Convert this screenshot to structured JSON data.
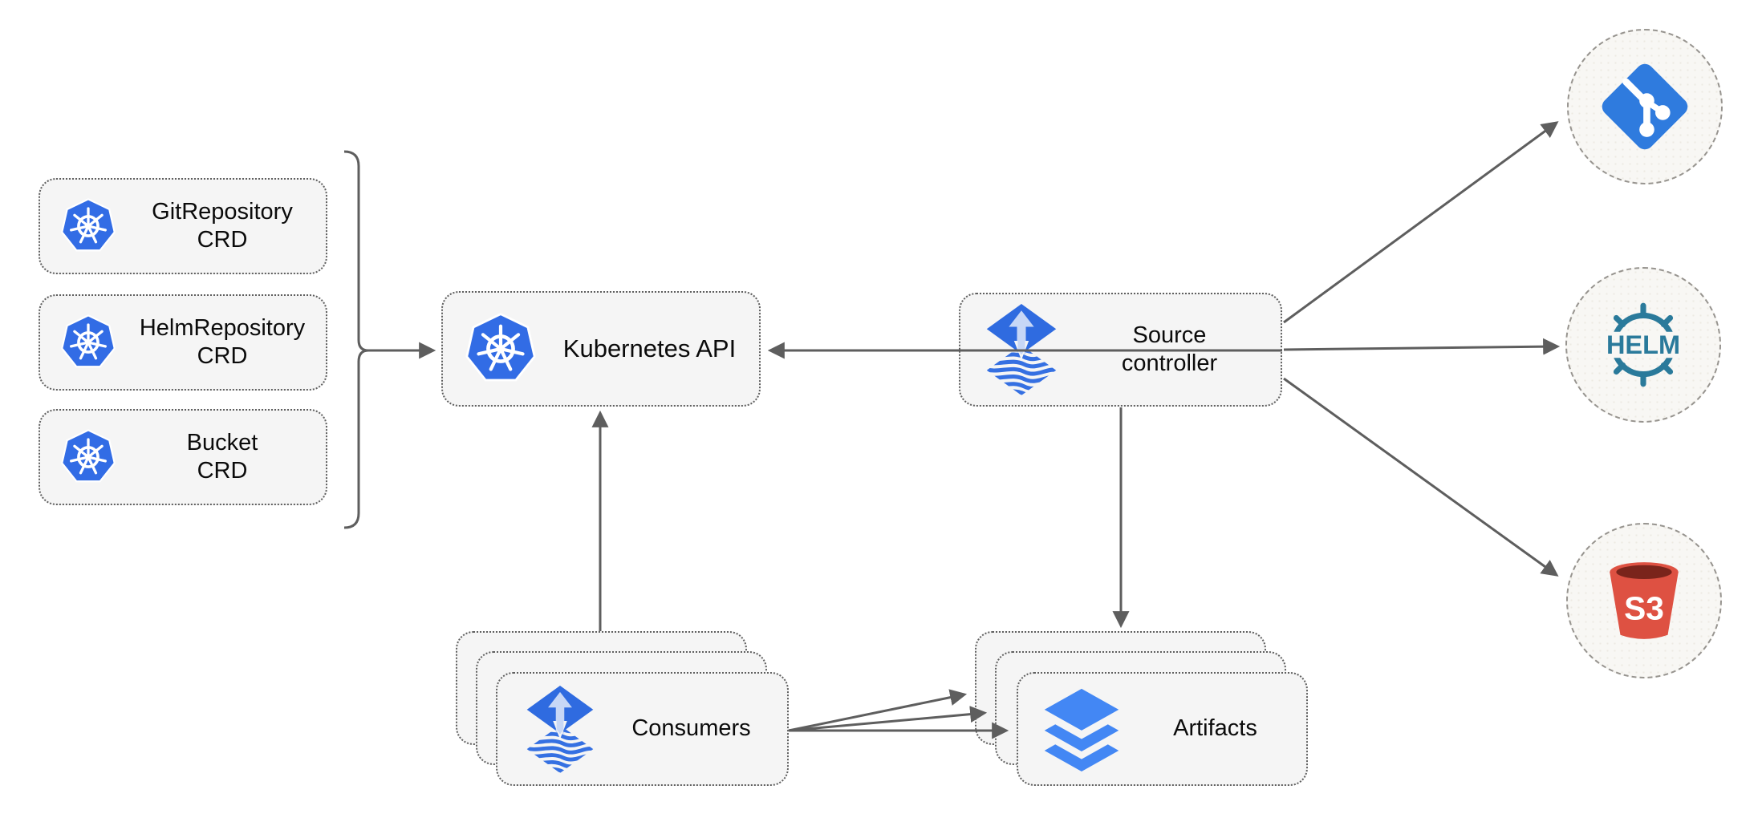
{
  "nodes": {
    "crds": [
      {
        "line1": "GitRepository",
        "line2": "CRD"
      },
      {
        "line1": "HelmRepository",
        "line2": "CRD"
      },
      {
        "line1": "Bucket",
        "line2": "CRD"
      }
    ],
    "kubernetes_api": {
      "label": "Kubernetes API"
    },
    "source_controller": {
      "line1": "Source",
      "line2": "controller"
    },
    "consumers": {
      "label": "Consumers"
    },
    "artifacts": {
      "label": "Artifacts"
    },
    "externals": {
      "helm": {
        "label": "HELM"
      },
      "s3": {
        "label": "S3"
      }
    }
  },
  "colors": {
    "kubernetes_blue": "#326CE5",
    "flux_blue": "#2F6BE0",
    "flux_arrow_light": "#C7D7F6",
    "layers_blue": "#4387F4",
    "git_blue": "#2F7BDE",
    "helm_teal": "#2A7A9B",
    "s3_red": "#DE5142",
    "s3_rim_dark": "#7A241B",
    "connector_gray": "#5E5E5E",
    "node_fill": "#F5F5F5"
  }
}
